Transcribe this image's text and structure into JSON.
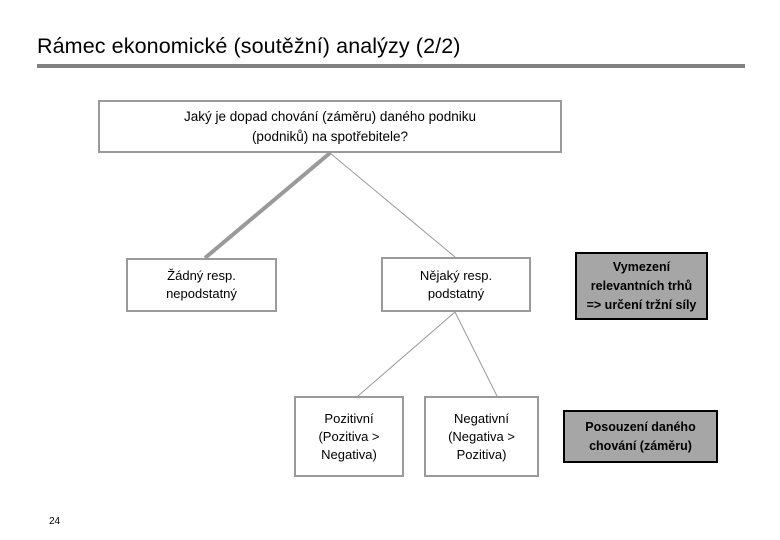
{
  "slide": {
    "title": "Rámec ekonomické (soutěžní) analýzy (2/2)",
    "page_number": "24",
    "rule_color": "#808080",
    "box_border_color": "#9a9a9a",
    "shaded_fill_color": "#a6a6a6",
    "shaded_border_color": "#000000",
    "connector_color": "#9a9a9a"
  },
  "nodes": {
    "question": {
      "line1": "Jaký je dopad chování (záměru) daného podniku",
      "line2": "(podniků) na spotřebitele?"
    },
    "none": {
      "line1": "Žádný resp.",
      "line2": "nepodstatný"
    },
    "some": {
      "line1": "Nějaký resp.",
      "line2": "podstatný"
    },
    "market": {
      "line1": "Vymezení",
      "line2": "relevantních trhů",
      "line3": "=> určení tržní síly"
    },
    "positive": {
      "line1": "Pozitivní",
      "line2": "(Pozitiva >",
      "line3": "Negativa)"
    },
    "negative": {
      "line1": "Negativní",
      "line2": "(Negativa >",
      "line3": "Pozitiva)"
    },
    "assessment": {
      "line1": "Posouzení daného",
      "line2": "chování (záměru)"
    }
  }
}
